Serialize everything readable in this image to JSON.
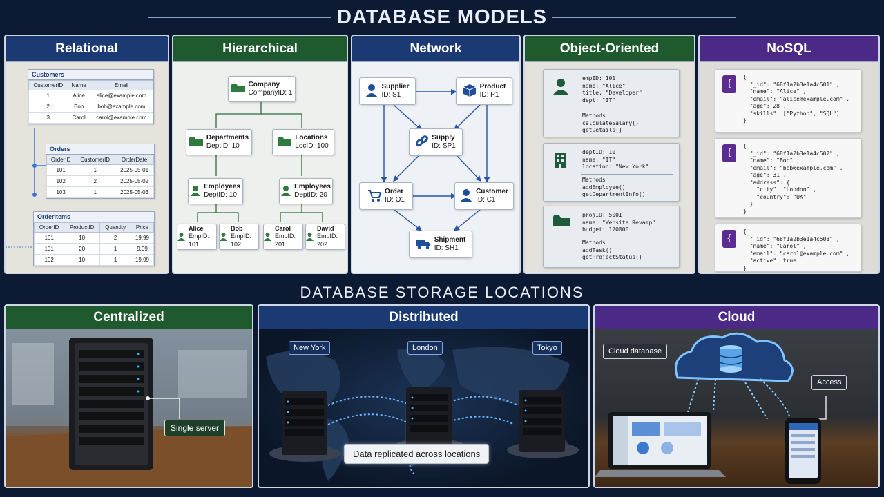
{
  "title": "DATABASE MODELS",
  "storage_title": "DATABASE STORAGE LOCATIONS",
  "models": {
    "relational": {
      "header": "Relational",
      "customers": {
        "name": "Customers",
        "columns": [
          "CustomerID",
          "Name",
          "Email"
        ],
        "rows": [
          [
            "1",
            "Alice",
            "alice@example.com"
          ],
          [
            "2",
            "Bob",
            "bob@example.com"
          ],
          [
            "3",
            "Carol",
            "carol@example.com"
          ]
        ]
      },
      "orders": {
        "name": "Orders",
        "columns": [
          "OrderID",
          "CustomerID",
          "OrderDate"
        ],
        "rows": [
          [
            "101",
            "1",
            "2025-05-01"
          ],
          [
            "102",
            "2",
            "2025-05-02"
          ],
          [
            "103",
            "1",
            "2025-05-03"
          ]
        ]
      },
      "orderitems": {
        "name": "OrderItems",
        "columns": [
          "OrderID",
          "ProductID",
          "Quantity",
          "Price"
        ],
        "rows": [
          [
            "101",
            "10",
            "2",
            "19.99"
          ],
          [
            "101",
            "20",
            "1",
            "9.99"
          ],
          [
            "102",
            "10",
            "1",
            "19.99"
          ]
        ]
      }
    },
    "hierarchical": {
      "header": "Hierarchical",
      "company": {
        "label": "Company",
        "id": "CompanyID: 1"
      },
      "departments": {
        "label": "Departments",
        "id": "DeptID: 10"
      },
      "locations": {
        "label": "Locations",
        "id": "LocID: 100"
      },
      "employees_a": {
        "label": "Employees",
        "id": "DeptID: 10"
      },
      "employees_b": {
        "label": "Employees",
        "id": "DeptID: 20"
      },
      "leaves": [
        {
          "label": "Alice",
          "id": "EmpID: 101"
        },
        {
          "label": "Bob",
          "id": "EmpID: 102"
        },
        {
          "label": "Carol",
          "id": "EmpID: 201"
        },
        {
          "label": "David",
          "id": "EmpID: 202"
        }
      ]
    },
    "network": {
      "header": "Network",
      "supplier": {
        "label": "Supplier",
        "id": "ID: S1"
      },
      "product": {
        "label": "Product",
        "id": "ID: P1"
      },
      "supply": {
        "label": "Supply",
        "id": "ID: SP1"
      },
      "order": {
        "label": "Order",
        "id": "ID: O1"
      },
      "customer": {
        "label": "Customer",
        "id": "ID: C1"
      },
      "shipment": {
        "label": "Shipment",
        "id": "ID: SH1"
      }
    },
    "object_oriented": {
      "header": "Object-Oriented",
      "objects": [
        {
          "attrs": "empID: 101\nname: \"Alice\"\ntitle: \"Developer\"\ndept: \"IT\"",
          "methods": "Methods\ncalculateSalary()\ngetDetails()"
        },
        {
          "attrs": "deptID: 10\nname: \"IT\"\nlocation: \"New York\"",
          "methods": "Methods\naddEmployee()\ngetDepartmentInfo()"
        },
        {
          "attrs": "projID: 5001\nname: \"Website Revamp\"\nbudget: 120000",
          "methods": "Methods\naddTask()\ngetProjectStatus()"
        }
      ]
    },
    "nosql": {
      "header": "NoSQL",
      "documents": [
        "{\n  \"_id\": \"68f1a2b3e1a4c501\" ,\n  \"name\": \"Alice\" ,\n  \"email\": \"alice@example.com\" ,\n  \"age\": 28 ,\n  \"skills\": [\"Python\", \"SQL\"]\n}",
        "{\n  \"_id\": \"68f1a2b3e1a4c502\" ,\n  \"name\": \"Bob\" ,\n  \"email\": \"bob@example.com\" ,\n  \"age\": 31 ,\n  \"address\": {\n    \"city\": \"London\" ,\n    \"country\": \"UK\"\n  }\n}",
        "{\n  \"_id\": \"68f1a2b3e1a4c503\" ,\n  \"name\": \"Carol\" ,\n  \"email\": \"carol@example.com\" ,\n  \"active\": true\n}"
      ]
    }
  },
  "storage": {
    "centralized": {
      "header": "Centralized",
      "tag": "Single server"
    },
    "distributed": {
      "header": "Distributed",
      "cities": [
        "New York",
        "London",
        "Tokyo"
      ],
      "caption": "Data replicated across locations"
    },
    "cloud": {
      "header": "Cloud",
      "tag": "Cloud database",
      "access": "Access"
    }
  },
  "colors": {
    "blue_head": "#1b3a74",
    "green_head": "#1f5a2f",
    "purple_head": "#4a2a86",
    "background": "#0c1a33"
  }
}
